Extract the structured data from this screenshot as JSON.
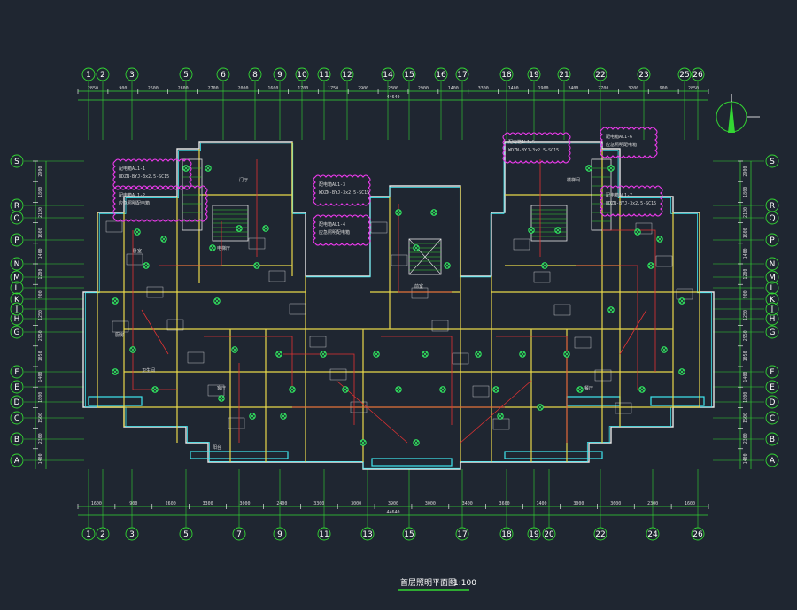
{
  "drawing": {
    "title": "首层照明平面图",
    "scale": "1:100",
    "colors": {
      "background": "#1f2631",
      "grid": "#33d633",
      "wall_yellow": "#e8d84a",
      "wall_white": "#e6e6e6",
      "cyan": "#3fe8f0",
      "magenta": "#e83ae8",
      "red_wire": "#e23232"
    }
  },
  "grid": {
    "top_axes": [
      "1",
      "2",
      "3",
      "5",
      "6",
      "8",
      "9",
      "10",
      "11",
      "12",
      "14",
      "15",
      "16",
      "17",
      "18",
      "19",
      "21",
      "22",
      "23",
      "25",
      "26"
    ],
    "bottom_axes": [
      "1",
      "2",
      "3",
      "5",
      "7",
      "9",
      "11",
      "13",
      "15",
      "17",
      "18",
      "19",
      "20",
      "22",
      "24",
      "26"
    ],
    "left_rows": [
      "S",
      "R",
      "Q",
      "P",
      "N",
      "M",
      "L",
      "K",
      "J",
      "H",
      "G",
      "F",
      "E",
      "D",
      "C",
      "B",
      "A"
    ],
    "right_rows": [
      "S",
      "R",
      "Q",
      "P",
      "N",
      "M",
      "L",
      "K",
      "J",
      "H",
      "G",
      "F",
      "E",
      "D",
      "C",
      "B",
      "A"
    ]
  },
  "dimensions": {
    "top_segments": [
      "2850",
      "900",
      "2600",
      "2800",
      "2700",
      "2000",
      "1600",
      "1700",
      "1750",
      "2900",
      "2300",
      "2900",
      "1400",
      "3300",
      "1400",
      "1900",
      "2400",
      "2700",
      "3200",
      "900",
      "2850"
    ],
    "top_total": "44640",
    "bottom_segments": [
      "1600",
      "900",
      "2600",
      "3300",
      "3000",
      "2400",
      "3300",
      "3000",
      "3900",
      "3000",
      "3400",
      "3600",
      "1400",
      "3000",
      "3600",
      "2300",
      "1600"
    ],
    "bottom_total": "44640",
    "left_segments": [
      "2900",
      "1800",
      "2100",
      "1600",
      "1400",
      "1200",
      "900",
      "1250",
      "2950",
      "1050",
      "1400",
      "1800",
      "1500",
      "2300",
      "1400"
    ],
    "right_segments": [
      "2900",
      "1800",
      "2100",
      "1600",
      "1400",
      "1200",
      "900",
      "1250",
      "2950",
      "1050",
      "1400",
      "1800",
      "1500",
      "2300",
      "1400"
    ]
  },
  "callouts": [
    {
      "line1": "配电箱AL1-1",
      "line2": "WDZN-BYJ-3x2.5-SC15"
    },
    {
      "line1": "配电箱AL1-2",
      "line2": "应急照明配电箱"
    },
    {
      "line1": "配电箱AL1-3",
      "line2": "WDZN-BYJ-3x2.5-SC15"
    },
    {
      "line1": "配电箱AL1-4",
      "line2": "应急照明配电箱"
    },
    {
      "line1": "配电箱AL1-5",
      "line2": "WDZN-BYJ-3x2.5-SC15"
    },
    {
      "line1": "配电箱AL1-6",
      "line2": "应急照明配电箱"
    },
    {
      "line1": "配电箱AL1-7",
      "line2": "WDZN-BYJ-3x2.5-SC15"
    }
  ],
  "room_labels": [
    "门厅",
    "电梯厅",
    "客厅",
    "卧室",
    "厨房",
    "卫生间",
    "餐厅",
    "阳台",
    "前室",
    "楼梯间"
  ]
}
